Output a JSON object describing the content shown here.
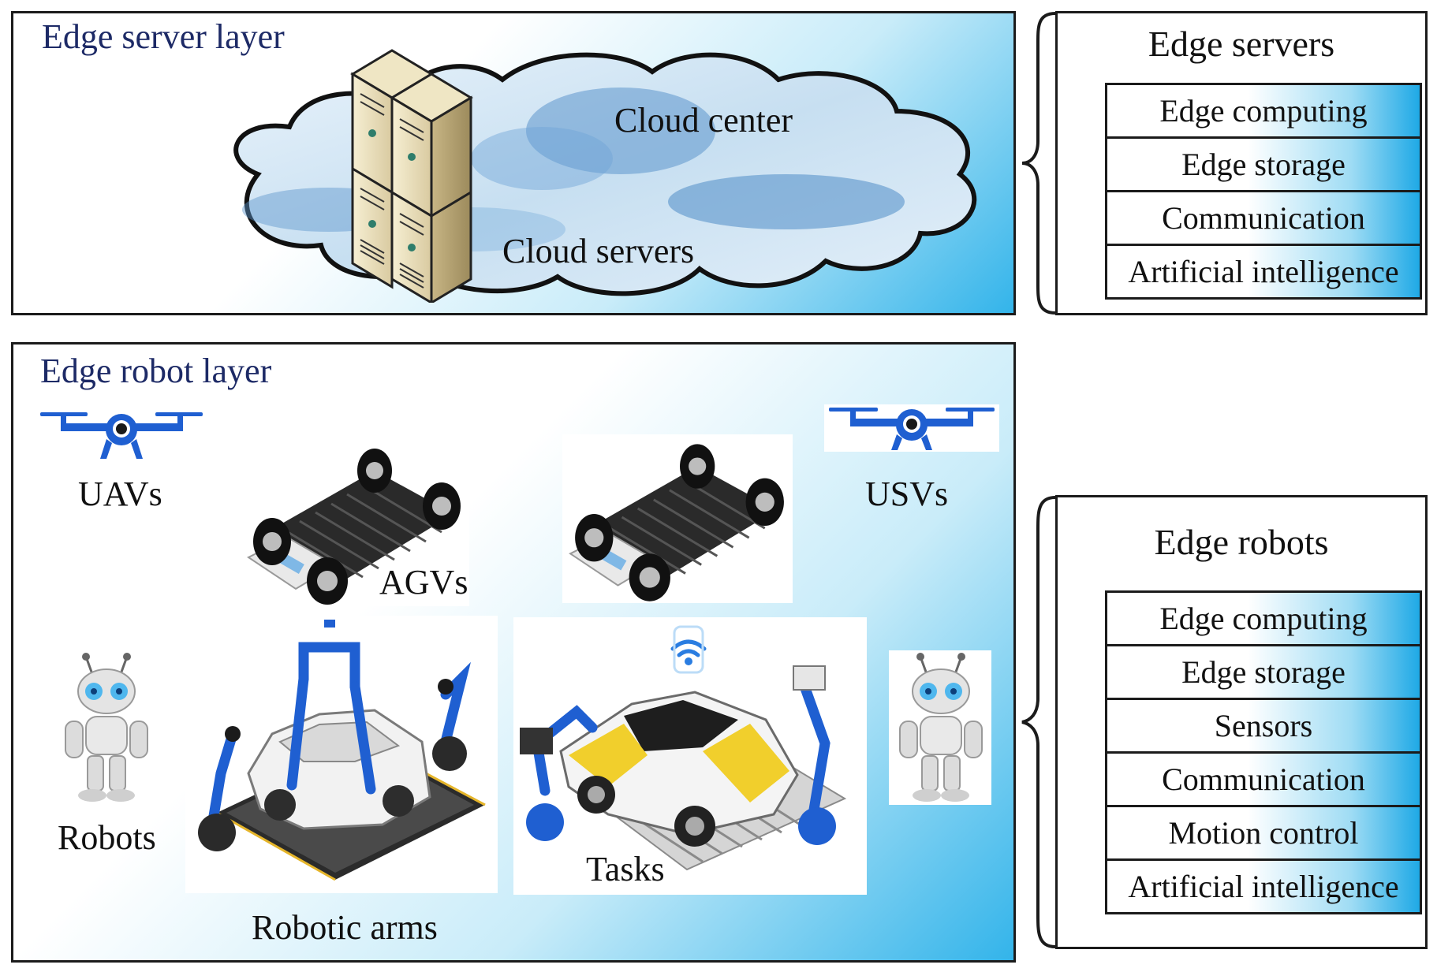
{
  "server_layer": {
    "title": "Edge server layer",
    "cloud_center_label": "Cloud center",
    "cloud_servers_label": "Cloud servers"
  },
  "robot_layer": {
    "title": "Edge robot layer",
    "labels": {
      "uavs": "UAVs",
      "usvs": "USVs",
      "agvs": "AGVs",
      "robots": "Robots",
      "robotic_arms": "Robotic arms",
      "tasks": "Tasks"
    }
  },
  "edge_servers_panel": {
    "title": "Edge servers",
    "items": [
      "Edge computing",
      "Edge storage",
      "Communication",
      "Artificial intelligence"
    ]
  },
  "edge_robots_panel": {
    "title": "Edge robots",
    "items": [
      "Edge computing",
      "Edge storage",
      "Sensors",
      "Communication",
      "Motion control",
      "Artificial intelligence"
    ]
  },
  "colors": {
    "layer_gradient_end": "#33b4ea",
    "title_text": "#1d2a66",
    "robot_blue": "#1f5fd1",
    "car_yellow": "#f1cf2c"
  }
}
